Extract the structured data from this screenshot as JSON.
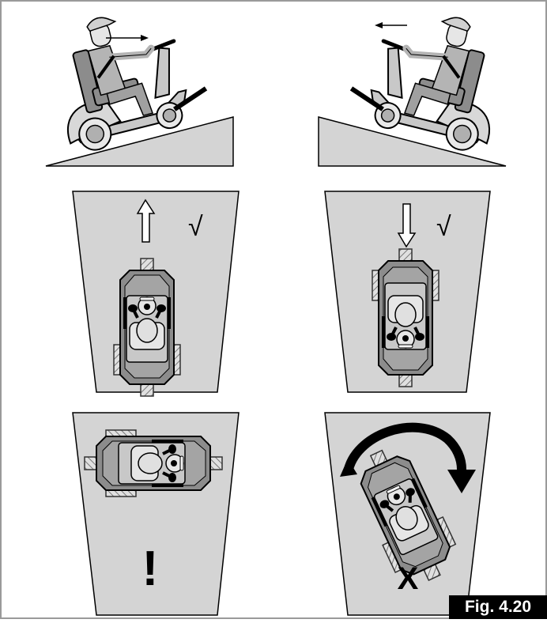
{
  "figure": {
    "label": "Fig. 4.20",
    "panels": [
      {
        "id": "uphill-side-view"
      },
      {
        "id": "downhill-side-view"
      },
      {
        "id": "forward-up-top-view",
        "mark": "√"
      },
      {
        "id": "reverse-down-top-view",
        "mark": "√"
      },
      {
        "id": "sideways-top-view",
        "mark": "!"
      },
      {
        "id": "turning-top-view",
        "mark": "X"
      }
    ]
  },
  "colors": {
    "panel_fill": "#d4d4d4",
    "scooter_body": "#8c8c8c",
    "seat": "#c8c8c8",
    "figure_light": "#e6e6e6",
    "outline": "#000000",
    "frame_border": "#9a9a9a"
  }
}
